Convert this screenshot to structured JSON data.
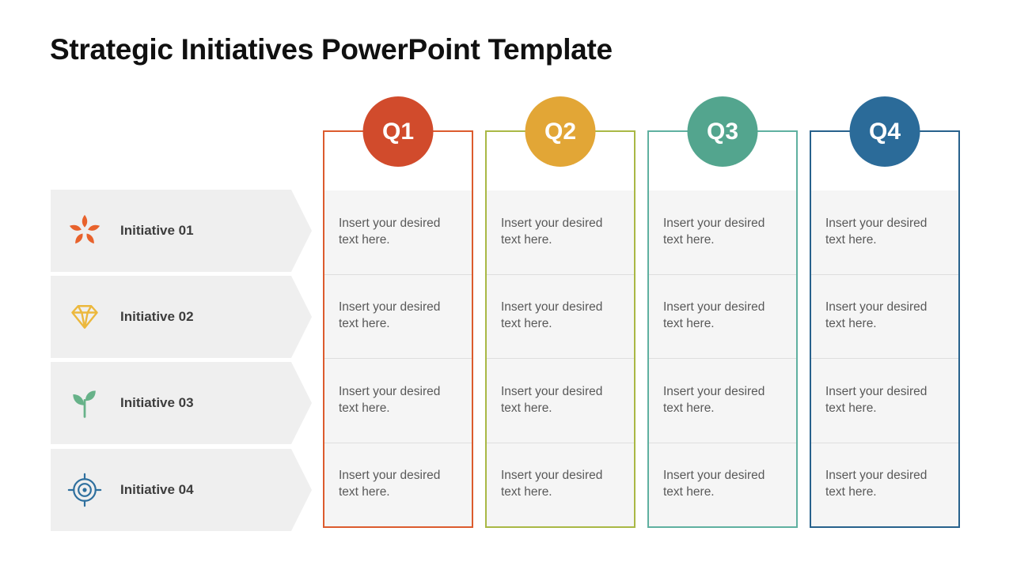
{
  "slide": {
    "title": "Strategic Initiatives PowerPoint Template"
  },
  "columns": [
    {
      "label": "Q1",
      "circle_color": "#d14b2c",
      "border_color": "#dc5b2e",
      "cells": [
        "Insert your desired text here.",
        "Insert your desired text here.",
        "Insert your desired text here.",
        "Insert your desired text here."
      ]
    },
    {
      "label": "Q2",
      "circle_color": "#e2a636",
      "border_color": "#a9b845",
      "cells": [
        "Insert your desired text here.",
        "Insert your desired text here.",
        "Insert your desired text here.",
        "Insert your desired text here."
      ]
    },
    {
      "label": "Q3",
      "circle_color": "#53a58e",
      "border_color": "#5fb0a0",
      "cells": [
        "Insert your desired text here.",
        "Insert your desired text here.",
        "Insert your desired text here.",
        "Insert your desired text here."
      ]
    },
    {
      "label": "Q4",
      "circle_color": "#2b6b99",
      "border_color": "#27618c",
      "cells": [
        "Insert your desired text here.",
        "Insert your desired text here.",
        "Insert your desired text here.",
        "Insert your desired text here."
      ]
    }
  ],
  "initiatives": [
    {
      "label": "Initiative 01",
      "icon": "teamwork-icon",
      "color": "#e8622c"
    },
    {
      "label": "Initiative 02",
      "icon": "diamond-icon",
      "color": "#ecb83d"
    },
    {
      "label": "Initiative 03",
      "icon": "plant-icon",
      "color": "#67b289"
    },
    {
      "label": "Initiative 04",
      "icon": "target-icon",
      "color": "#2e6f9e"
    }
  ]
}
